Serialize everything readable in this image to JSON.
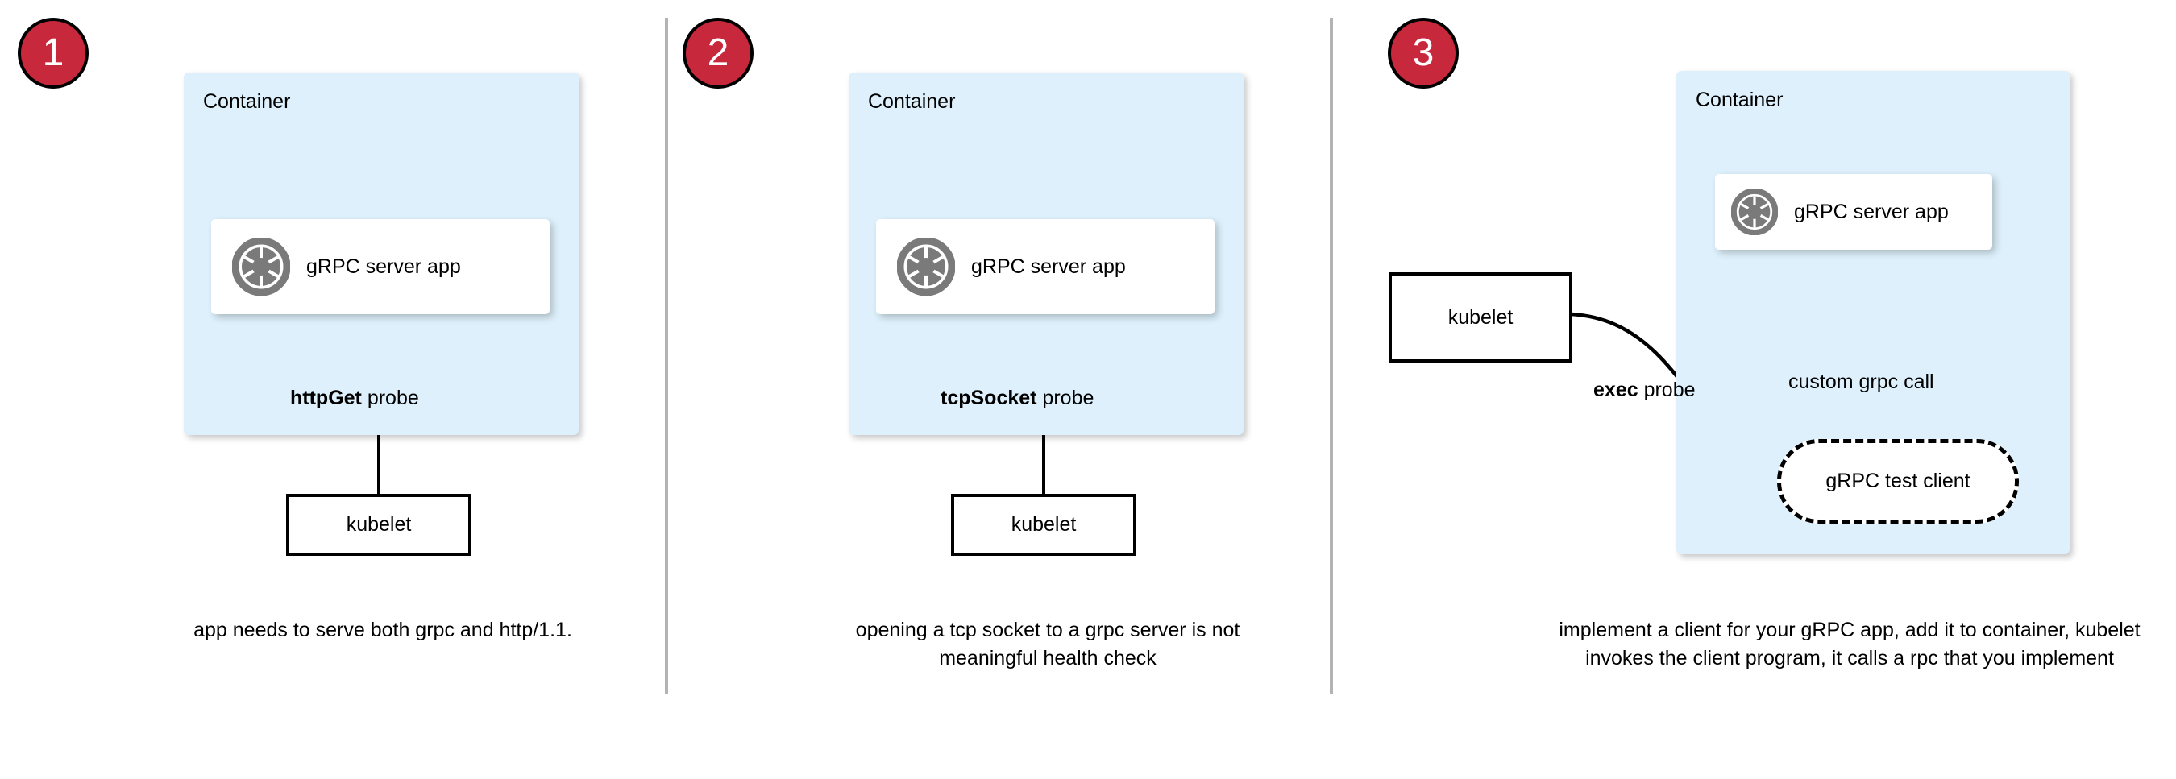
{
  "diagram": {
    "title": "Kubernetes gRPC health-check probe approaches",
    "colors": {
      "badge_red": "#c8283c",
      "container_blue": "#ddf0fb",
      "divider_gray": "#b3b3b3",
      "icon_gray": "#7a7a7a",
      "stroke_black": "#000000",
      "box_white": "#ffffff"
    }
  },
  "panels": [
    {
      "badge": "1",
      "container_label": "Container",
      "app_label": "gRPC server app",
      "app_icon": "grpc-aperture-icon",
      "probe_label_bold": "httpGet",
      "probe_label_rest": " probe",
      "kubelet_label": "kubelet",
      "caption": "app needs to serve both grpc and http/1.1."
    },
    {
      "badge": "2",
      "container_label": "Container",
      "app_label": "gRPC server app",
      "app_icon": "grpc-aperture-icon",
      "probe_label_bold": "tcpSocket",
      "probe_label_rest": " probe",
      "kubelet_label": "kubelet",
      "caption": "opening a tcp socket to a grpc server is not meaningful health check"
    },
    {
      "badge": "3",
      "container_label": "Container",
      "app_label": "gRPC server app",
      "app_icon": "grpc-aperture-icon",
      "probe_label_bold": "exec",
      "probe_label_rest": " probe",
      "kubelet_label": "kubelet",
      "call_label": "custom grpc call",
      "client_label": "gRPC test client",
      "caption": "implement a client for your gRPC app, add it to container, kubelet invokes the client program, it calls a rpc that you implement"
    }
  ]
}
